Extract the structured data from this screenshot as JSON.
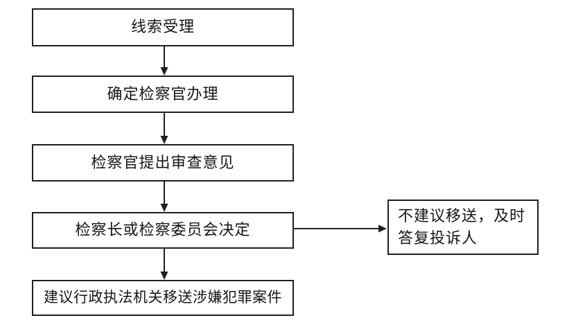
{
  "diagram": {
    "type": "flowchart",
    "background_color": "#ffffff",
    "line_color": "#1f1f1f",
    "box_fill_color": "#ffffff",
    "text_color": "#161616",
    "nodes": [
      {
        "id": "step-1",
        "label": "线索受理"
      },
      {
        "id": "step-2",
        "label": "确定检察官办理"
      },
      {
        "id": "step-3",
        "label": "检察官提出审查意见"
      },
      {
        "id": "step-4",
        "label": "检察长或检察委员会决定"
      },
      {
        "id": "step-5",
        "label": "建议行政执法机关移送涉嫌犯罪案件"
      },
      {
        "id": "side-1",
        "label": "不建议移送，及时答复投诉人",
        "lines": [
          "不建议移送，及时",
          "答复投诉人"
        ]
      }
    ],
    "edges": [
      {
        "from": "step-1",
        "to": "step-2",
        "direction": "down"
      },
      {
        "from": "step-2",
        "to": "step-3",
        "direction": "down"
      },
      {
        "from": "step-3",
        "to": "step-4",
        "direction": "down"
      },
      {
        "from": "step-4",
        "to": "step-5",
        "direction": "down"
      },
      {
        "from": "step-4",
        "to": "side-1",
        "direction": "right"
      }
    ]
  }
}
